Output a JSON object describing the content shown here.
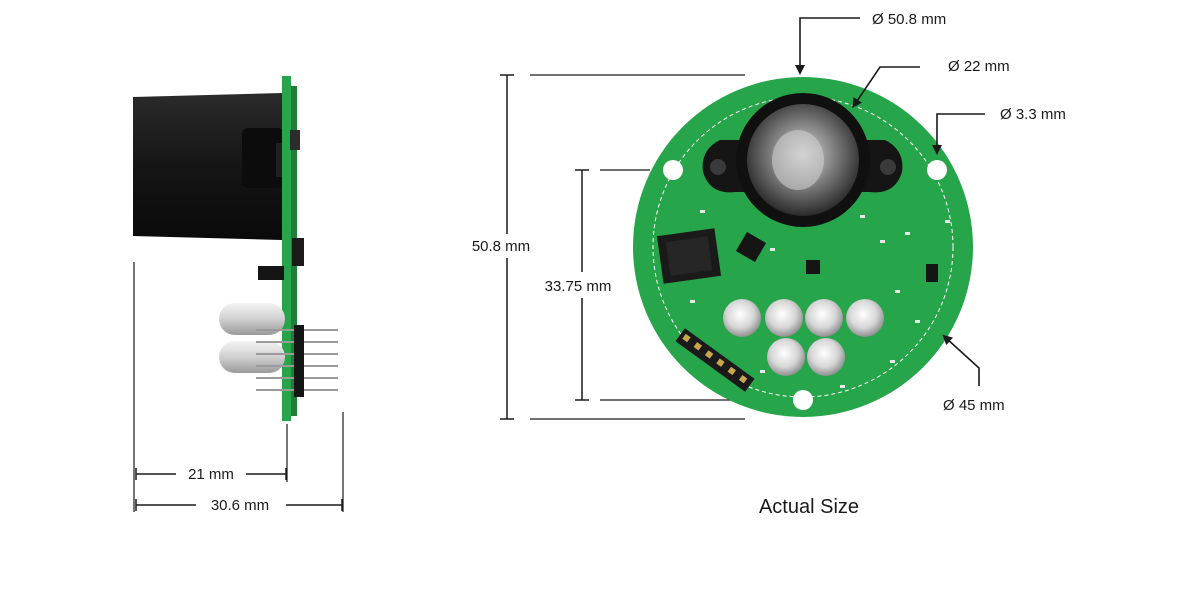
{
  "caption": "Actual Size",
  "dimensions": {
    "outer_diameter": "Ø 50.8 mm",
    "lens_diameter": "Ø 22 mm",
    "hole_diameter": "Ø 3.3 mm",
    "hole_circle_diameter": "Ø 45 mm",
    "board_height": "50.8 mm",
    "inner_height": "33.75 mm",
    "side_depth_board": "21 mm",
    "side_depth_total": "30.6 mm"
  },
  "colors": {
    "pcb_green": "#27a54a",
    "pcb_dark": "#1d7f38",
    "lens_black": "#151515",
    "line": "#1a1a1a"
  }
}
